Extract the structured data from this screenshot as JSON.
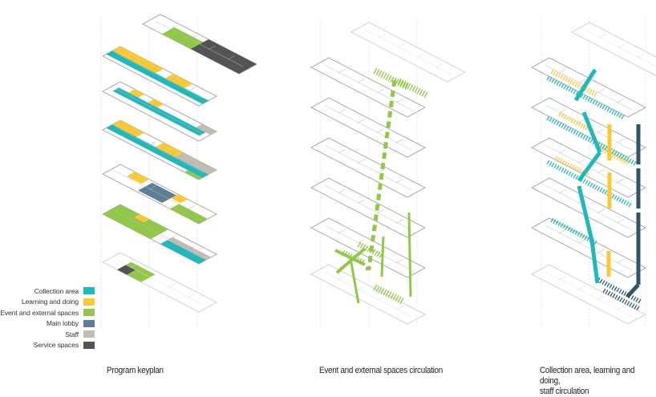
{
  "legend": {
    "items": [
      {
        "label": "Collection area",
        "color": "#1fb8bc"
      },
      {
        "label": "Learning and doing",
        "color": "#fbc933"
      },
      {
        "label": "Event and external spaces",
        "color": "#92c84a"
      },
      {
        "label": "Main lobby",
        "color": "#5b7f99"
      },
      {
        "label": "Staff",
        "color": "#c1bdb0"
      },
      {
        "label": "Service spaces",
        "color": "#545454"
      }
    ]
  },
  "panels": [
    {
      "caption": "Program keyplan"
    },
    {
      "caption": "Event and external spaces circulation"
    },
    {
      "caption": "Collection area, learning and doing,",
      "caption_line2": "staff circulation"
    }
  ],
  "colors": {
    "collection": "#1fb8bc",
    "learning": "#fbc933",
    "event": "#92c84a",
    "lobby": "#5b7f99",
    "staff": "#c1bdb0",
    "service": "#545454",
    "staff_circ": "#2f5566",
    "outline": "#9a9a9a",
    "guide": "#cfcfcf"
  }
}
